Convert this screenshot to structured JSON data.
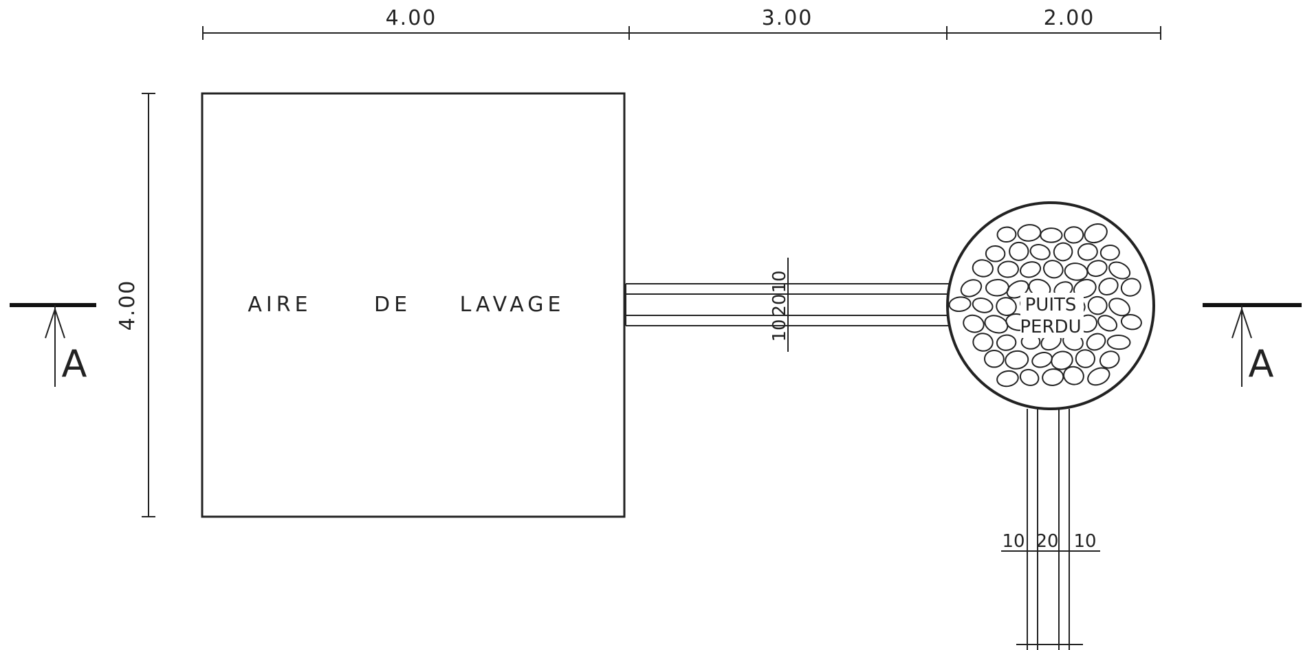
{
  "dimensions": {
    "top": [
      "4.00",
      "3.00",
      "2.00"
    ],
    "left": "4.00"
  },
  "wash_area": {
    "words": [
      "AIRE",
      "DE",
      "LAVAGE"
    ]
  },
  "well": {
    "line1": "PUITS",
    "line2": "PERDU"
  },
  "pipe_horizontal": {
    "top": "10",
    "middle": "20",
    "bottom": "10"
  },
  "pipe_vertical": {
    "left": "10",
    "middle": "20",
    "right": "10"
  },
  "section_marker": {
    "label": "A"
  }
}
